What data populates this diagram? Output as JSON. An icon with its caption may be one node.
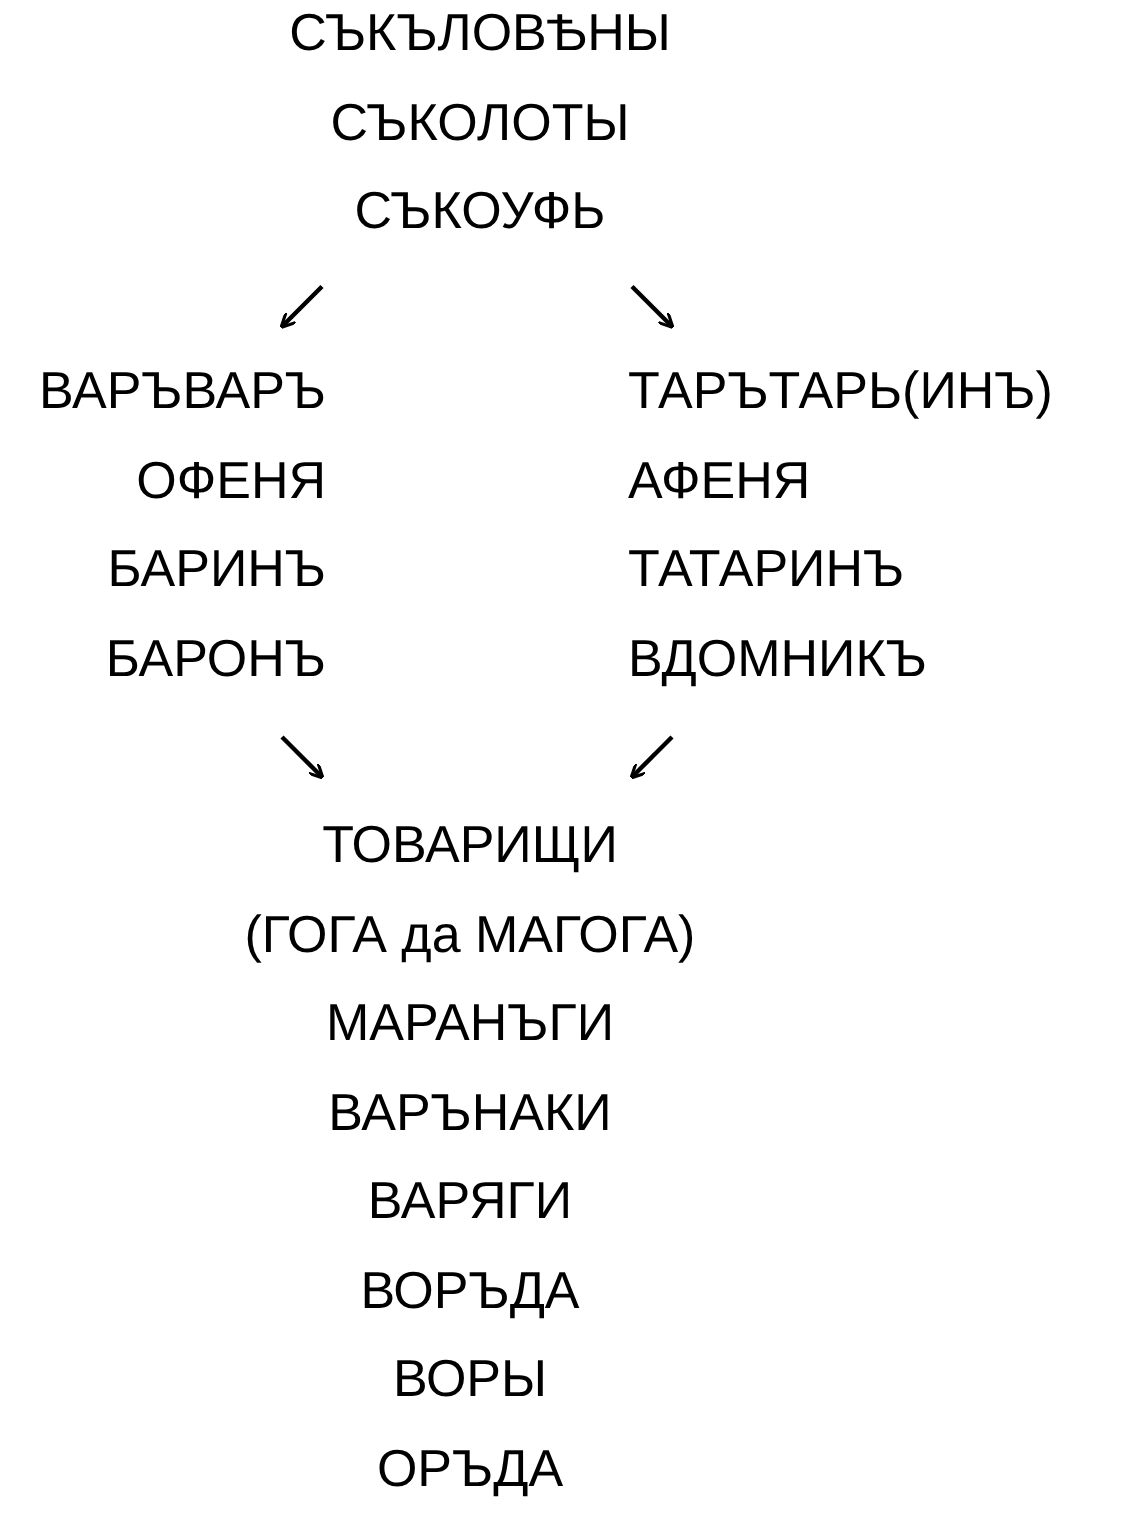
{
  "diagram": {
    "nodes": [
      {
        "text": [
          "СЪКЪЛОВѢНЫ",
          "СЪКОЛОТЫ",
          "СЪКОУФЬ"
        ]
      },
      {
        "text": [
          "ВАРЪВАРЪ",
          "ОФЕНЯ",
          "БАРИНЪ",
          "БАРОНЪ"
        ]
      },
      {
        "text": [
          "ТАРЪТАРЬ(ИНЪ)",
          "АФЕНЯ",
          "ТАТАРИНЪ",
          "ВДОМНИКЪ"
        ]
      },
      {
        "text": [
          "ТОВАРИЩИ",
          "(ГОГА да МАГОГА)",
          "МАРАНЪГИ",
          "ВАРЪНАКИ",
          "ВАРЯГИ",
          "ВОРЪДА",
          "ВОРЫ",
          "ОРЪДА"
        ]
      }
    ],
    "edges": [
      {
        "from": 0,
        "to": 1,
        "arrow": "to"
      },
      {
        "from": 0,
        "to": 2,
        "arrow": "to"
      },
      {
        "from": 1,
        "to": 3,
        "arrow": "to"
      },
      {
        "from": 2,
        "to": 3,
        "arrow": "to"
      }
    ]
  }
}
